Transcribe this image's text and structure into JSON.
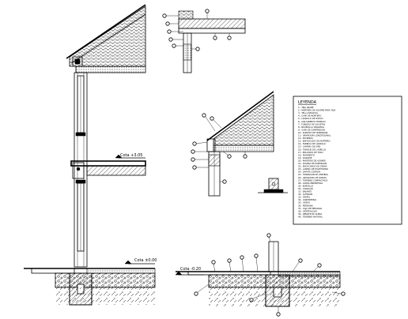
{
  "levels": {
    "first_floor": "Cota +3.05",
    "ground": "Cota ±0.00",
    "foundation": "Cota -0.20"
  },
  "legend": {
    "title": "LEYENDA",
    "items": [
      "1.- TEJA ARABE",
      "2.- MORTERO DE AGARRE PARA TEJA",
      "3.- TELA ASFALTICA",
      "4.- CAPA DE MORTERO",
      "5.- LADRILLO DE HUECO",
      "6.- AISLAMIENTO TERMICO",
      "7.- FORJADO DE VIGUETAS",
      "8.- BOVEDILLA CERAMICA",
      "9.- CAPA DE COMPRESION",
      "10.- ZUNCHO DE HORMIGON",
      "11.- ARMADURA LONGITUDINAL",
      "12.- ESTRIBOS",
      "13.- ENFOSCADO DE MORTERO",
      "14.- FABRICA DE LADRILLO",
      "15.- CAMARA DE AIRE",
      "16.- TABIQUE DE LADRILLO",
      "17.- ENLUCIDO DE YESO",
      "18.- PAVIMENTO",
      "19.- RODAPIE",
      "20.- MORTERO DE AGARRE",
      "21.- SOLERA DE HORMIGON",
      "22.- ENCACHADO DE GRAVA",
      "23.- LAMINA DE POLIETILENO",
      "24.- ZAPATA CORRIDA",
      "25.- HORMIGON DE LIMPIEZA",
      "26.- ARMADURA DE ZAPATA",
      "27.- TERRENO COMPACTADO",
      "28.- ACERA PERIMETRAL",
      "29.- BORDILLO",
      "30.- CANALON",
      "31.- BAJANTE",
      "32.- ALFEIZAR",
      "33.- DINTEL",
      "34.- CARPINTERIA",
      "35.- VIDRIO",
      "36.- PERSIANA",
      "37.- CAJA DE PERSIANA",
      "38.- VIERTEAGUAS",
      "39.- REMATE DE ALERO",
      "40.- TERRENO NATURAL"
    ]
  }
}
